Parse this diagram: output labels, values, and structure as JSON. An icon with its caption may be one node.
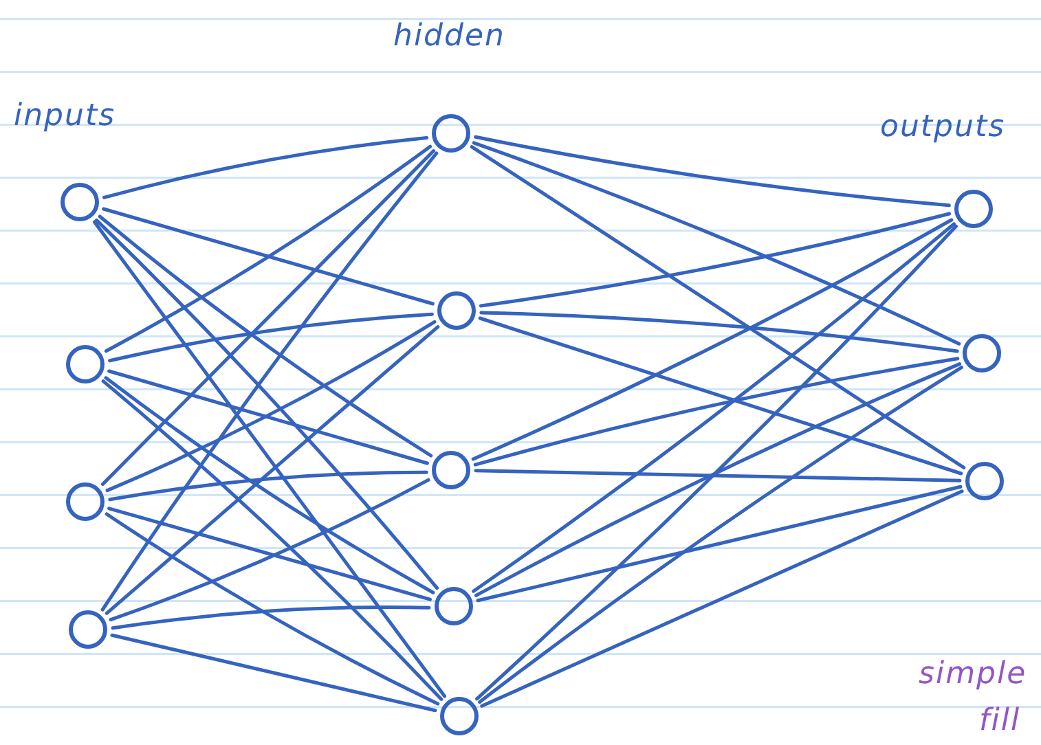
{
  "diagram": {
    "nodes": [
      {
        "text": [],
        "shape": "circle"
      },
      {
        "text": [],
        "shape": "circle"
      },
      {
        "text": [],
        "shape": "circle"
      },
      {
        "text": [],
        "shape": "circle"
      },
      {
        "text": [],
        "shape": "circle"
      },
      {
        "text": [],
        "shape": "circle"
      },
      {
        "text": [],
        "shape": "circle"
      },
      {
        "text": [],
        "shape": "circle"
      },
      {
        "text": [],
        "shape": "circle"
      },
      {
        "text": [],
        "shape": "circle"
      },
      {
        "text": [],
        "shape": "circle"
      },
      {
        "text": [],
        "shape": "circle"
      }
    ],
    "edges": [
      {
        "from": 0,
        "to": 4,
        "arrow": "none"
      },
      {
        "from": 0,
        "to": 5,
        "arrow": "none"
      },
      {
        "from": 0,
        "to": 6,
        "arrow": "none"
      },
      {
        "from": 0,
        "to": 7,
        "arrow": "none"
      },
      {
        "from": 0,
        "to": 8,
        "arrow": "none"
      },
      {
        "from": 1,
        "to": 4,
        "arrow": "none"
      },
      {
        "from": 1,
        "to": 5,
        "arrow": "none"
      },
      {
        "from": 1,
        "to": 6,
        "arrow": "none"
      },
      {
        "from": 1,
        "to": 7,
        "arrow": "none"
      },
      {
        "from": 1,
        "to": 8,
        "arrow": "none"
      },
      {
        "from": 2,
        "to": 4,
        "arrow": "none"
      },
      {
        "from": 2,
        "to": 5,
        "arrow": "none"
      },
      {
        "from": 2,
        "to": 6,
        "arrow": "none"
      },
      {
        "from": 2,
        "to": 7,
        "arrow": "none"
      },
      {
        "from": 2,
        "to": 8,
        "arrow": "none"
      },
      {
        "from": 3,
        "to": 4,
        "arrow": "none"
      },
      {
        "from": 3,
        "to": 5,
        "arrow": "none"
      },
      {
        "from": 3,
        "to": 6,
        "arrow": "none"
      },
      {
        "from": 3,
        "to": 7,
        "arrow": "none"
      },
      {
        "from": 3,
        "to": 8,
        "arrow": "none"
      },
      {
        "from": 4,
        "to": 9,
        "arrow": "none"
      },
      {
        "from": 4,
        "to": 10,
        "arrow": "none"
      },
      {
        "from": 4,
        "to": 11,
        "arrow": "none"
      },
      {
        "from": 5,
        "to": 9,
        "arrow": "none"
      },
      {
        "from": 5,
        "to": 10,
        "arrow": "none"
      },
      {
        "from": 5,
        "to": 11,
        "arrow": "none"
      },
      {
        "from": 6,
        "to": 9,
        "arrow": "none"
      },
      {
        "from": 6,
        "to": 10,
        "arrow": "none"
      },
      {
        "from": 6,
        "to": 11,
        "arrow": "none"
      },
      {
        "from": 7,
        "to": 9,
        "arrow": "none"
      },
      {
        "from": 7,
        "to": 10,
        "arrow": "none"
      },
      {
        "from": 7,
        "to": 11,
        "arrow": "none"
      },
      {
        "from": 8,
        "to": 9,
        "arrow": "none"
      },
      {
        "from": 8,
        "to": 10,
        "arrow": "none"
      },
      {
        "from": 8,
        "to": 11,
        "arrow": "none"
      }
    ],
    "labels": [
      "hidden",
      "inputs",
      "outputs",
      "simple",
      "fill"
    ]
  }
}
